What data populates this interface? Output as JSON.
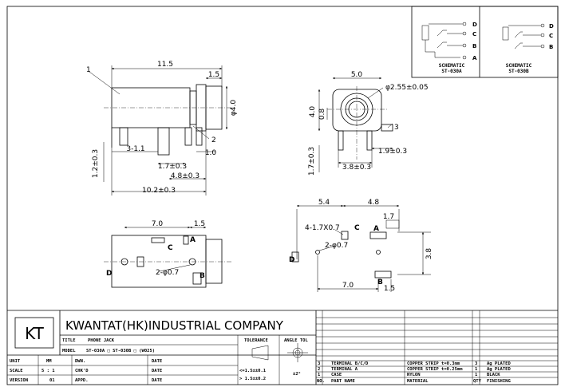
{
  "company": {
    "logo": "KT",
    "name": "KWANTAT(HK)INDUSTRIAL COMPANY"
  },
  "title_block": {
    "title_label": "TITLE",
    "title_value": "PHONE JACK",
    "model_label": "MODEL",
    "model_value": "ST-030A □   ST-030B □   (W025)",
    "unit_label": "UNIT",
    "unit_value": "MM",
    "scale_label": "SCALE",
    "scale_value": "5 : 1",
    "version_label": "VERSION",
    "version_value": "01",
    "dwn_label": "DWN.",
    "chkd_label": "CHK'D",
    "appd_label": "APPD.",
    "date_label": "DATE",
    "tolerance_label": "TOLERANCE",
    "tol1": "<=1.5±±0.1",
    "tol2": "> 1.5±±0.2",
    "angle_label": "ANGLE TOL",
    "angle_value": "±2°"
  },
  "parts": {
    "header": {
      "no": "NO.",
      "name": "PART NAME",
      "material": "MATERIAL",
      "qty": "QTY",
      "finish": "FINISHING"
    },
    "rows": [
      {
        "no": "3",
        "name": "TERMINAL B/C/D",
        "material": "COPPER STRIP t=0.3mm",
        "qty": "3",
        "finish": "Ag PLATED"
      },
      {
        "no": "2",
        "name": "TERMINAL A",
        "material": "COPPER STRIP t=0.25mm",
        "qty": "1",
        "finish": "Ag PLATED"
      },
      {
        "no": "1",
        "name": "CASE",
        "material": "NYLON",
        "qty": "1",
        "finish": "BLACK"
      }
    ]
  },
  "schematic": {
    "label_a1": "SCHEMATIC",
    "label_a2": "ST-030A",
    "label_b1": "SCHEMATIC",
    "label_b2": "ST-030B",
    "pins": [
      "D",
      "C",
      "B",
      "A"
    ]
  },
  "dims": {
    "side": {
      "len_total": "11.5",
      "len_15": "1.5",
      "dia": "φ4.0",
      "d31": "3-1.1",
      "d10": "1.0",
      "d17": "1.7±0.3",
      "d48": "4.8±0.3",
      "d102": "10.2±0.3",
      "d12": "1.2±0.3",
      "c1": "1",
      "c2": "2"
    },
    "front": {
      "w50": "5.0",
      "hole": "φ2.55±0.05",
      "h40": "4.0",
      "h08": "0.8",
      "d17": "1.7±0.3",
      "d38": "3.8±0.3",
      "d19": "1.9±0.3",
      "c3": "3"
    },
    "bottom": {
      "w70": "7.0",
      "w15": "1.5",
      "hole": "2-φ0.7",
      "A": "A",
      "B": "B",
      "C": "C",
      "D": "D"
    },
    "pcb": {
      "w54": "5.4",
      "w48": "4.8",
      "slot": "4-1.7X0.7",
      "s17": "1.7",
      "hole": "2-φ0.7",
      "h38": "3.8",
      "w70": "7.0",
      "w15": "1.5",
      "A": "A",
      "B": "B",
      "C": "C",
      "D": "D"
    }
  }
}
